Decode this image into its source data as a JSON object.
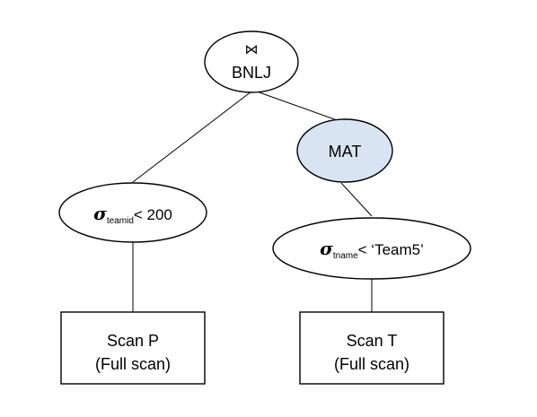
{
  "colors": {
    "mat_fill": "#d9e4f2",
    "node_fill": "#ffffff",
    "stroke": "#000000"
  },
  "nodes": {
    "join": {
      "symbol": "⋈",
      "label": "BNLJ"
    },
    "mat": {
      "label": "MAT"
    },
    "select_left": {
      "symbol": "σ",
      "attribute": "teamid",
      "predicate": "< 200"
    },
    "select_right": {
      "symbol": "σ",
      "attribute": "tname",
      "predicate": "< ‘Team5’"
    },
    "scan_left": {
      "line1": "Scan P",
      "line2": "(Full scan)"
    },
    "scan_right": {
      "line1": "Scan T",
      "line2": "(Full scan)"
    }
  }
}
